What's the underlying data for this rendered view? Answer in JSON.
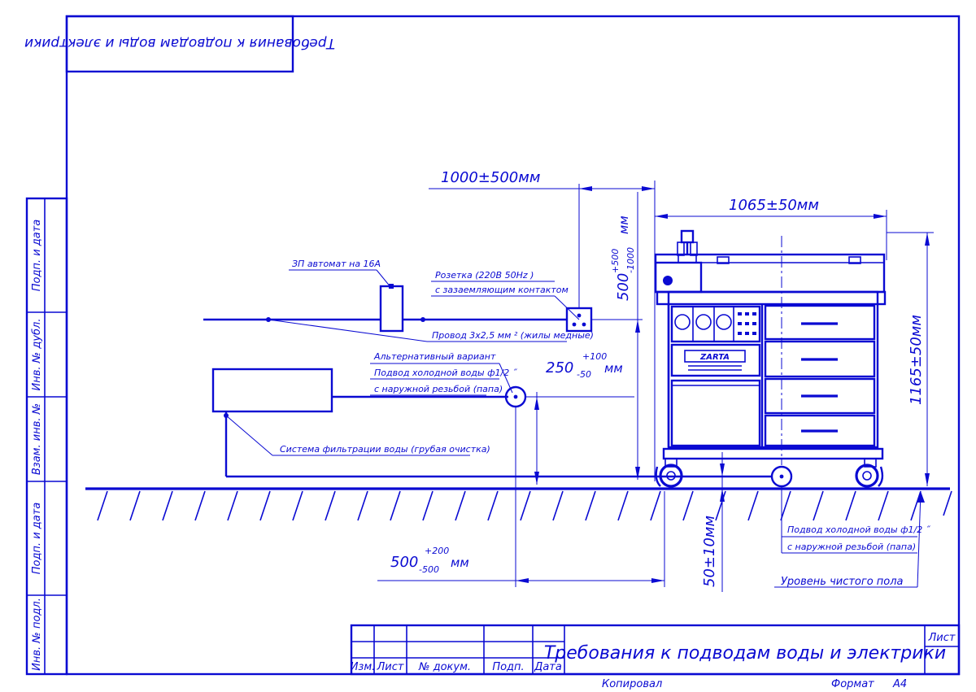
{
  "colors": {
    "ink": "#0a0ad2",
    "paper": "#ffffff"
  },
  "mirrored_title": "Требования к подводам воды и электрики",
  "side_strip": {
    "podp_data_top": "Подп. и дата",
    "inv_dubl": "Инв. № дубл.",
    "vzam_inv": "Взам. инв. №",
    "podp_data_mid": "Подп. и дата",
    "inv_podl": "Инв. № подл."
  },
  "dimensions": {
    "width_1000": "1000±500мм",
    "width_1065": "1065±50мм",
    "height_500_base": "500",
    "height_500_sup": "+500",
    "height_500_sub": "-1000",
    "height_500_unit": "мм",
    "height_250_base": "250",
    "height_250_sup": "+100",
    "height_250_sub": "-50",
    "height_250_unit": "мм",
    "height_1165": "1165±50мм",
    "horiz_500_base": "500",
    "horiz_500_sup": "+200",
    "horiz_500_sub": "-500",
    "horiz_500_unit": "мм",
    "height_50": "50±10мм"
  },
  "callouts": {
    "breaker": "ЗП автомат на 16А",
    "socket_1": "Розетка (220В 50Hz )",
    "socket_2": "с зазаемляющим контактом",
    "cable": "Провод 3х2,5 мм ² (жилы медные)",
    "alt_1": "Альтернативный вариант",
    "alt_2": "Подвод холодной воды ф1/2 ˝",
    "alt_3": "с наружной резьбой (папа)",
    "filter": "Система фильтрации воды (грубая очистка)",
    "water_1": "Подвод холодной воды ф1/2 ˝",
    "water_2": "с наружной резьбой (папа)",
    "floor": "Уровень чистого пола"
  },
  "machine": {
    "brand": "ZARTA"
  },
  "title_block": {
    "title": "Требования к подводам воды и электрики",
    "izm": "Изм.",
    "list_col": "Лист",
    "doc_no": "№ докум.",
    "podp": "Подп.",
    "data_col": "Дата",
    "sheet": "Лист",
    "copied": "Копировал",
    "format": "Формат",
    "format_value": "А4"
  }
}
